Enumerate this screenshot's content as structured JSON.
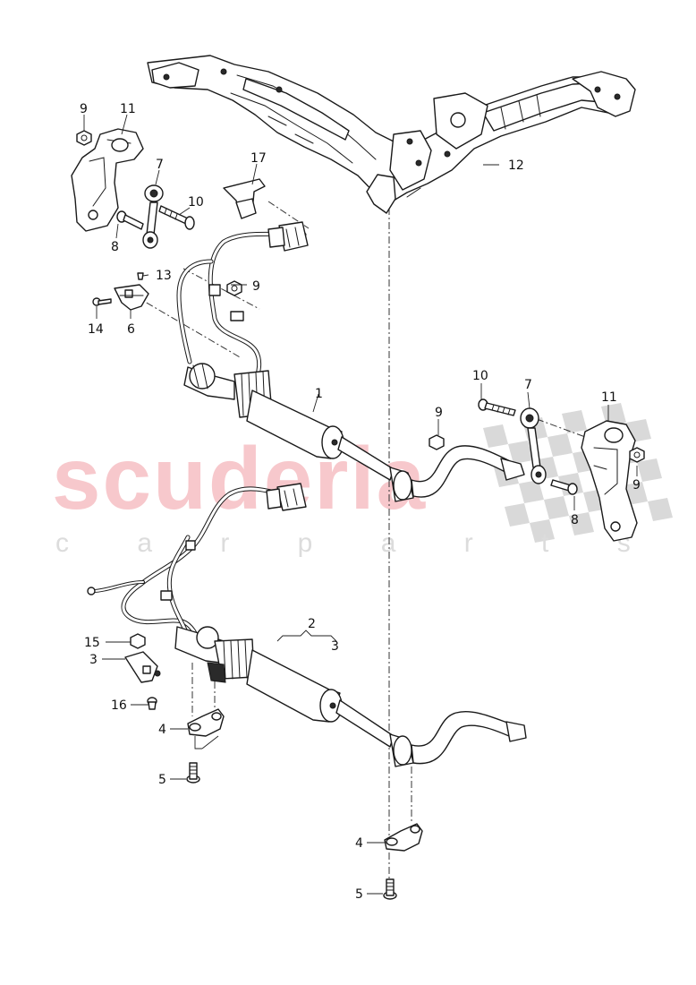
{
  "watermark": {
    "brand": "scuderia",
    "tagline": "c a r p a r t s",
    "brand_color": "#f7c8cc",
    "tagline_color": "#dcdcdc",
    "flag_color": "#d9d9d9"
  },
  "callouts": {
    "c1": "1",
    "c2": "2",
    "c3_top": "3",
    "c3_left": "3",
    "c4_upper": "4",
    "c4_lower": "4",
    "c5_upper": "5",
    "c5_lower": "5",
    "c6": "6",
    "c7_left": "7",
    "c7_right": "7",
    "c8_left": "8",
    "c8_right": "8",
    "c9_topleft": "9",
    "c9_mid": "9",
    "c9_centre": "9",
    "c9_right": "9",
    "c10_left": "10",
    "c10_right": "10",
    "c11_left": "11",
    "c11_right": "11",
    "c12": "12",
    "c13": "13",
    "c14": "14",
    "c15": "15",
    "c16": "16",
    "c17": "17"
  }
}
